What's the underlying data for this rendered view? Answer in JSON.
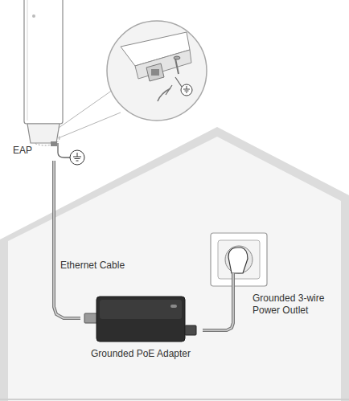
{
  "diagram": {
    "nodes": [
      {
        "text": [
          "EAP"
        ]
      },
      {
        "text": [
          "Grounded PoE Adapter"
        ]
      },
      {
        "text": [
          "Grounded 3-wire Power Outlet"
        ]
      }
    ],
    "edges": [
      {
        "from": 0,
        "to": 1,
        "arrow": "none",
        "label": "Ethernet Cable"
      },
      {
        "from": 1,
        "to": 2,
        "arrow": "none"
      }
    ]
  }
}
